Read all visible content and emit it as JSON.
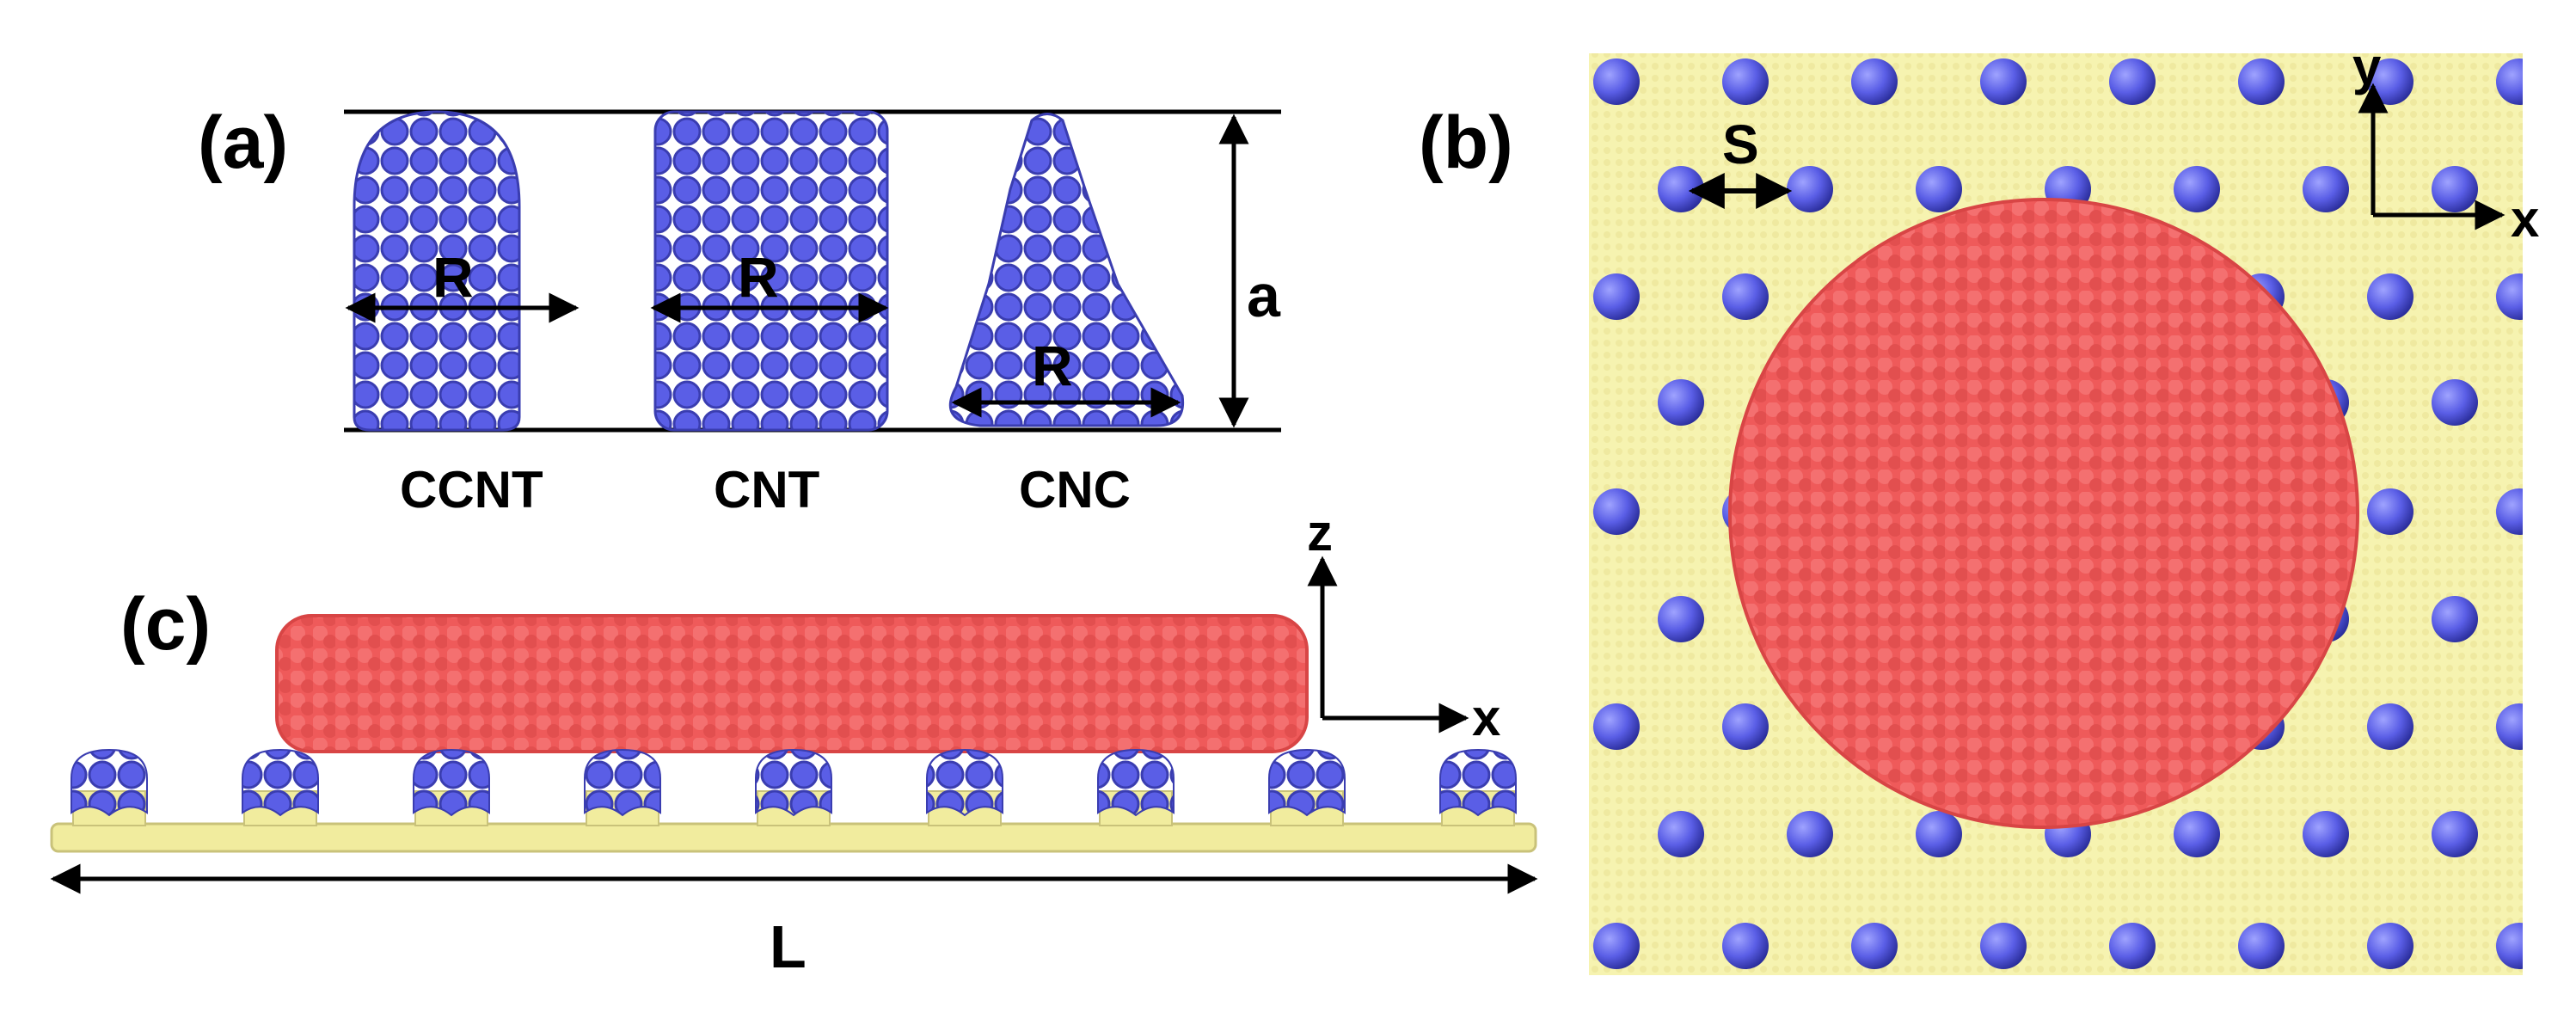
{
  "panels": {
    "a": {
      "label": "(a)",
      "shapes": [
        {
          "name": "CCNT",
          "radius_label": "R"
        },
        {
          "name": "CNT",
          "radius_label": "R"
        },
        {
          "name": "CNC",
          "radius_label": "R"
        }
      ],
      "height_label": "a"
    },
    "b": {
      "label": "(b)",
      "spacing_label": "S",
      "axes": {
        "x": "x",
        "y": "y"
      }
    },
    "c": {
      "label": "(c)",
      "length_label": "L",
      "axes": {
        "x": "x",
        "z": "z"
      },
      "pillar_count": 9
    }
  },
  "colors": {
    "pillar": "#5a5ee6",
    "droplet": "#ef5a5a",
    "substrate": "#f6f3b0",
    "line": "#000000"
  }
}
